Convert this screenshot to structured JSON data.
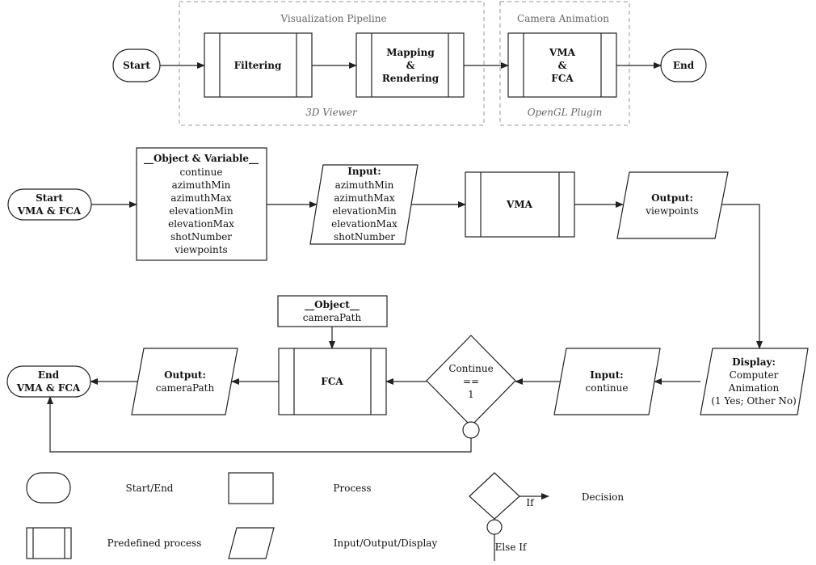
{
  "pipeline": {
    "vis_label": "Visualization Pipeline",
    "vis_sublabel": "3D Viewer",
    "cam_label": "Camera Animation",
    "cam_sublabel": "OpenGL Plugin",
    "start": "Start",
    "filtering": "Filtering",
    "mapping": [
      "Mapping",
      "&",
      "Rendering"
    ],
    "vma_fca": [
      "VMA",
      "&",
      "FCA"
    ],
    "end": "End"
  },
  "flow": {
    "start": [
      "Start",
      "VMA & FCA"
    ],
    "object_variable": {
      "title": "__Object & Variable__",
      "items": [
        "continue",
        "azimuthMin",
        "azimuthMax",
        "elevationMin",
        "elevationMax",
        "shotNumber",
        "viewpoints"
      ]
    },
    "input1": {
      "title": "Input:",
      "items": [
        "azimuthMin",
        "azimuthMax",
        "elevationMin",
        "elevationMax",
        "shotNumber"
      ]
    },
    "vma": "VMA",
    "output1": {
      "title": "Output:",
      "value": "viewpoints"
    },
    "display": {
      "title": "Display:",
      "lines": [
        "Computer",
        "Animation",
        "(1 Yes; Other No)"
      ]
    },
    "input2": {
      "title": "Input:",
      "value": "continue"
    },
    "decision": [
      "Continue",
      "==",
      "1"
    ],
    "fca": "FCA",
    "object2": {
      "title": "__Object__",
      "value": "cameraPath"
    },
    "output2": {
      "title": "Output:",
      "value": "cameraPath"
    },
    "end": [
      "End",
      "VMA & FCA"
    ]
  },
  "legend": {
    "start_end": "Start/End",
    "process": "Process",
    "decision": "Decision",
    "if": "If",
    "else_if": "Else If",
    "predefined": "Predefined process",
    "io": "Input/Output/Display"
  }
}
